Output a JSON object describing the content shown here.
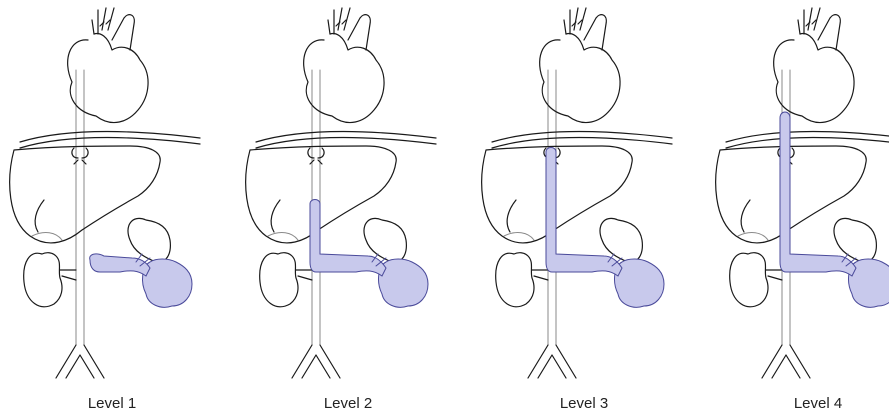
{
  "colors": {
    "thrombus_fill": "#c8c9ec",
    "thrombus_stroke": "#4a4a9a",
    "outline": "#1a1a1a",
    "vessel_gray": "#8a8a8a"
  },
  "panels": [
    {
      "label": "Level 1",
      "thrombus_level": 1
    },
    {
      "label": "Level 2",
      "thrombus_level": 2
    },
    {
      "label": "Level 3",
      "thrombus_level": 3
    },
    {
      "label": "Level 4",
      "thrombus_level": 4
    }
  ]
}
